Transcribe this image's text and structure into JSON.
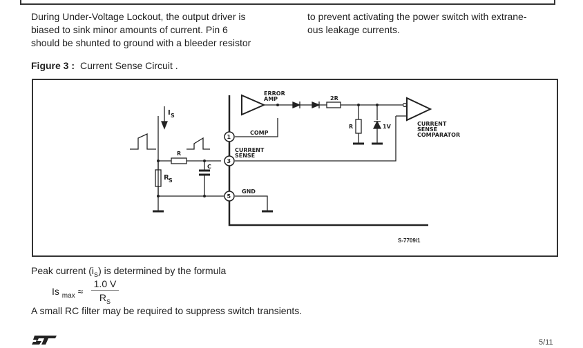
{
  "paragraph_left_lines": [
    "During Under-Voltage Lockout, the output driver is",
    "biased to sink minor amounts of current. Pin 6",
    "should be shunted to ground with a bleeder resistor"
  ],
  "paragraph_right_lines": [
    "to prevent activating the power switch with extrane-",
    "ous leakage currents."
  ],
  "figure": {
    "number_label": "Figure 3 :",
    "title": "Current  Sense Circuit .",
    "reference_code": "S-7709/1",
    "labels": {
      "error_amp_1": "ERROR",
      "error_amp_2": "AMP",
      "comp": "COMP",
      "current_sense_1": "CURRENT",
      "current_sense_2": "SENSE",
      "gnd": "GND",
      "pin1": "1",
      "pin3": "3",
      "pin5": "5",
      "r_two": "2R",
      "r_div": "R",
      "zener": "1V",
      "comparator_1": "CURRENT",
      "comparator_2": "SENSE",
      "comparator_3": "COMPARATOR",
      "is": "I",
      "is_sub": "S",
      "r_filter": "R",
      "c_filter": "C",
      "rs": "R",
      "rs_sub": "S"
    }
  },
  "peak_text": {
    "before": "Peak current (i",
    "sub": "S",
    "after": ") is determined by the formula"
  },
  "formula": {
    "lhs": "Is",
    "lhs_sub": "max",
    "approx": "≈",
    "numerator": "1.0 V",
    "denominator": "R",
    "denominator_sub": "S"
  },
  "rc_text": "A small RC filter may be required to suppress switch transients.",
  "footer": {
    "logo": "ST",
    "page": "5/11"
  }
}
